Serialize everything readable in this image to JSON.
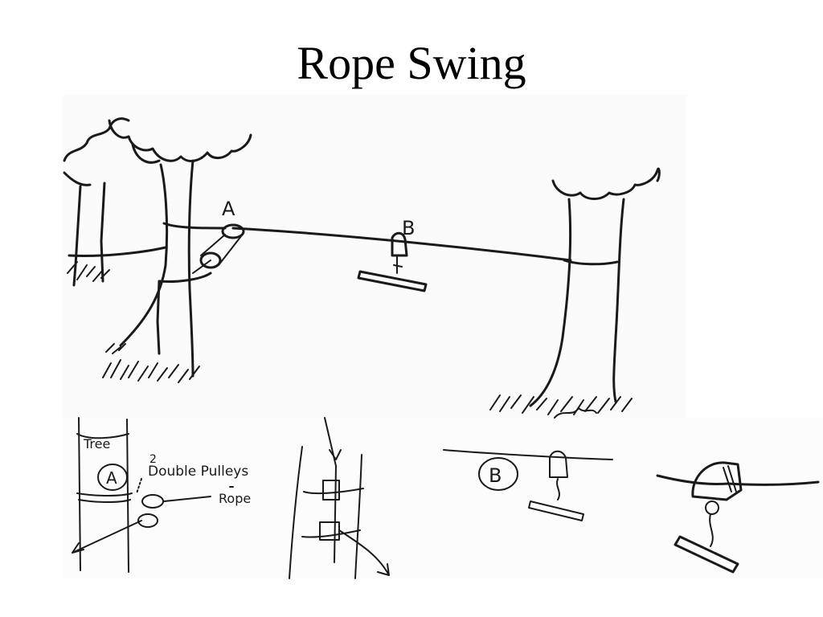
{
  "title": "Rope Swing",
  "labels": {
    "main_a": "A",
    "main_b": "B",
    "detail_tree": "Tree",
    "detail_a": "A",
    "detail_count": "2",
    "detail_pulleys": "Double Pulleys",
    "detail_rope": "Rope",
    "detail_b": "B"
  }
}
